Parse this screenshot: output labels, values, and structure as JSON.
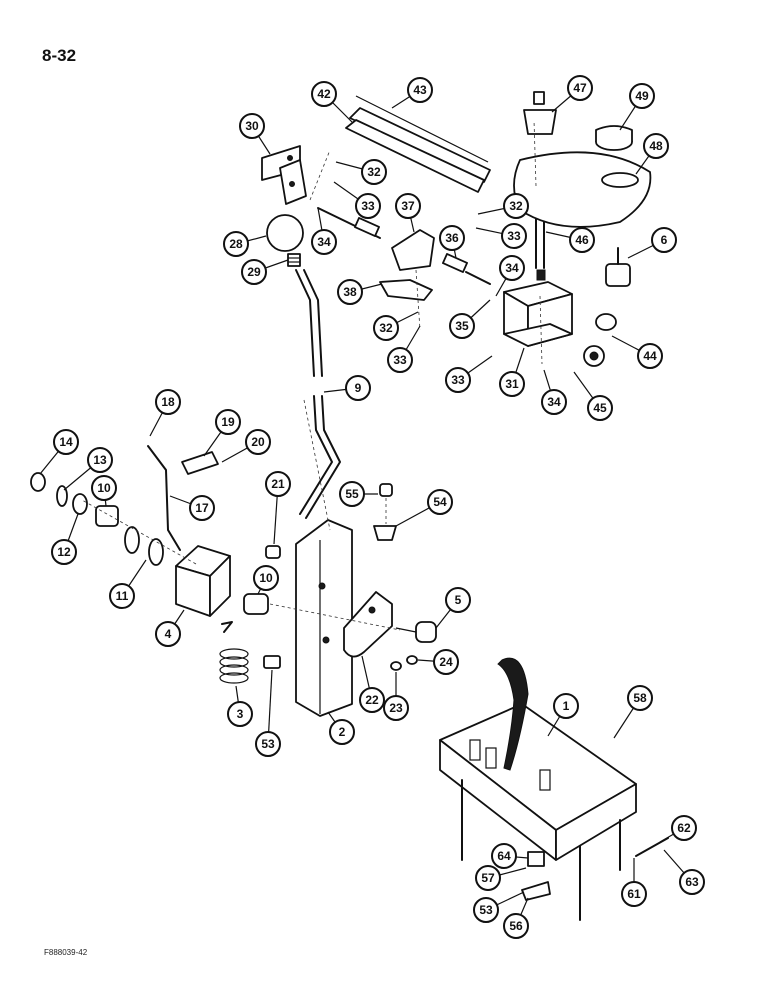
{
  "page_number": "8-32",
  "figure_code": "F888039-42",
  "callouts": [
    "1",
    "2",
    "3",
    "4",
    "5",
    "6",
    "9",
    "10",
    "10",
    "11",
    "12",
    "13",
    "14",
    "17",
    "18",
    "19",
    "20",
    "21",
    "22",
    "23",
    "24",
    "28",
    "29",
    "30",
    "31",
    "32",
    "32",
    "32",
    "33",
    "33",
    "33",
    "33",
    "34",
    "34",
    "34",
    "35",
    "36",
    "37",
    "38",
    "42",
    "43",
    "44",
    "45",
    "46",
    "47",
    "48",
    "49",
    "53",
    "53",
    "54",
    "55",
    "56",
    "57",
    "58",
    "61",
    "62",
    "63",
    "64"
  ]
}
